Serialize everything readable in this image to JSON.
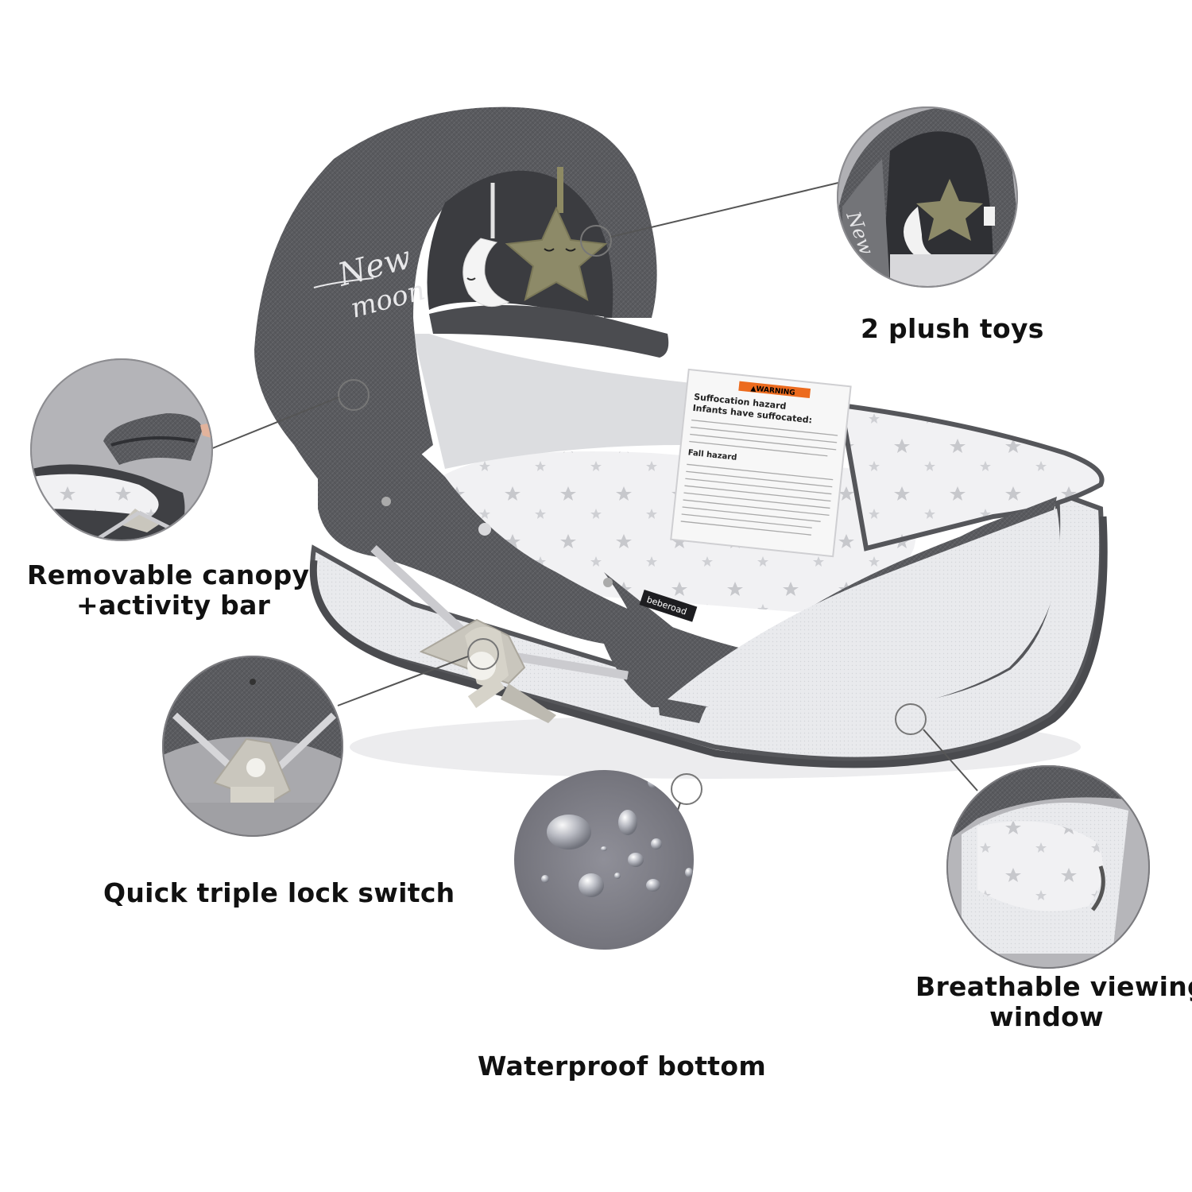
{
  "colors": {
    "fabric": "#5a5b5f",
    "fabric_dark": "#3f4044",
    "mesh": "#e6e7ea",
    "frame": "#c9c6bd",
    "detail_circle_fill": "#9e9ea2",
    "label_text": "#111111"
  },
  "product": {
    "canopy_text": [
      "New",
      "moon"
    ],
    "brand_tag": "beberoad",
    "warning_header": "▲WARNING",
    "warning_lines": [
      "Suffocation hazard",
      "Infants have suffocated:",
      "Fall hazard"
    ]
  },
  "callouts": {
    "plush_toys": {
      "label": "2 plush toys"
    },
    "canopy": {
      "label_line1": "Removable canopy",
      "label_line2": "+activity bar"
    },
    "lock_switch": {
      "label": "Quick triple lock switch"
    },
    "waterproof": {
      "label": "Waterproof bottom"
    },
    "window": {
      "label_line1": "Breathable viewing",
      "label_line2": "window"
    }
  }
}
